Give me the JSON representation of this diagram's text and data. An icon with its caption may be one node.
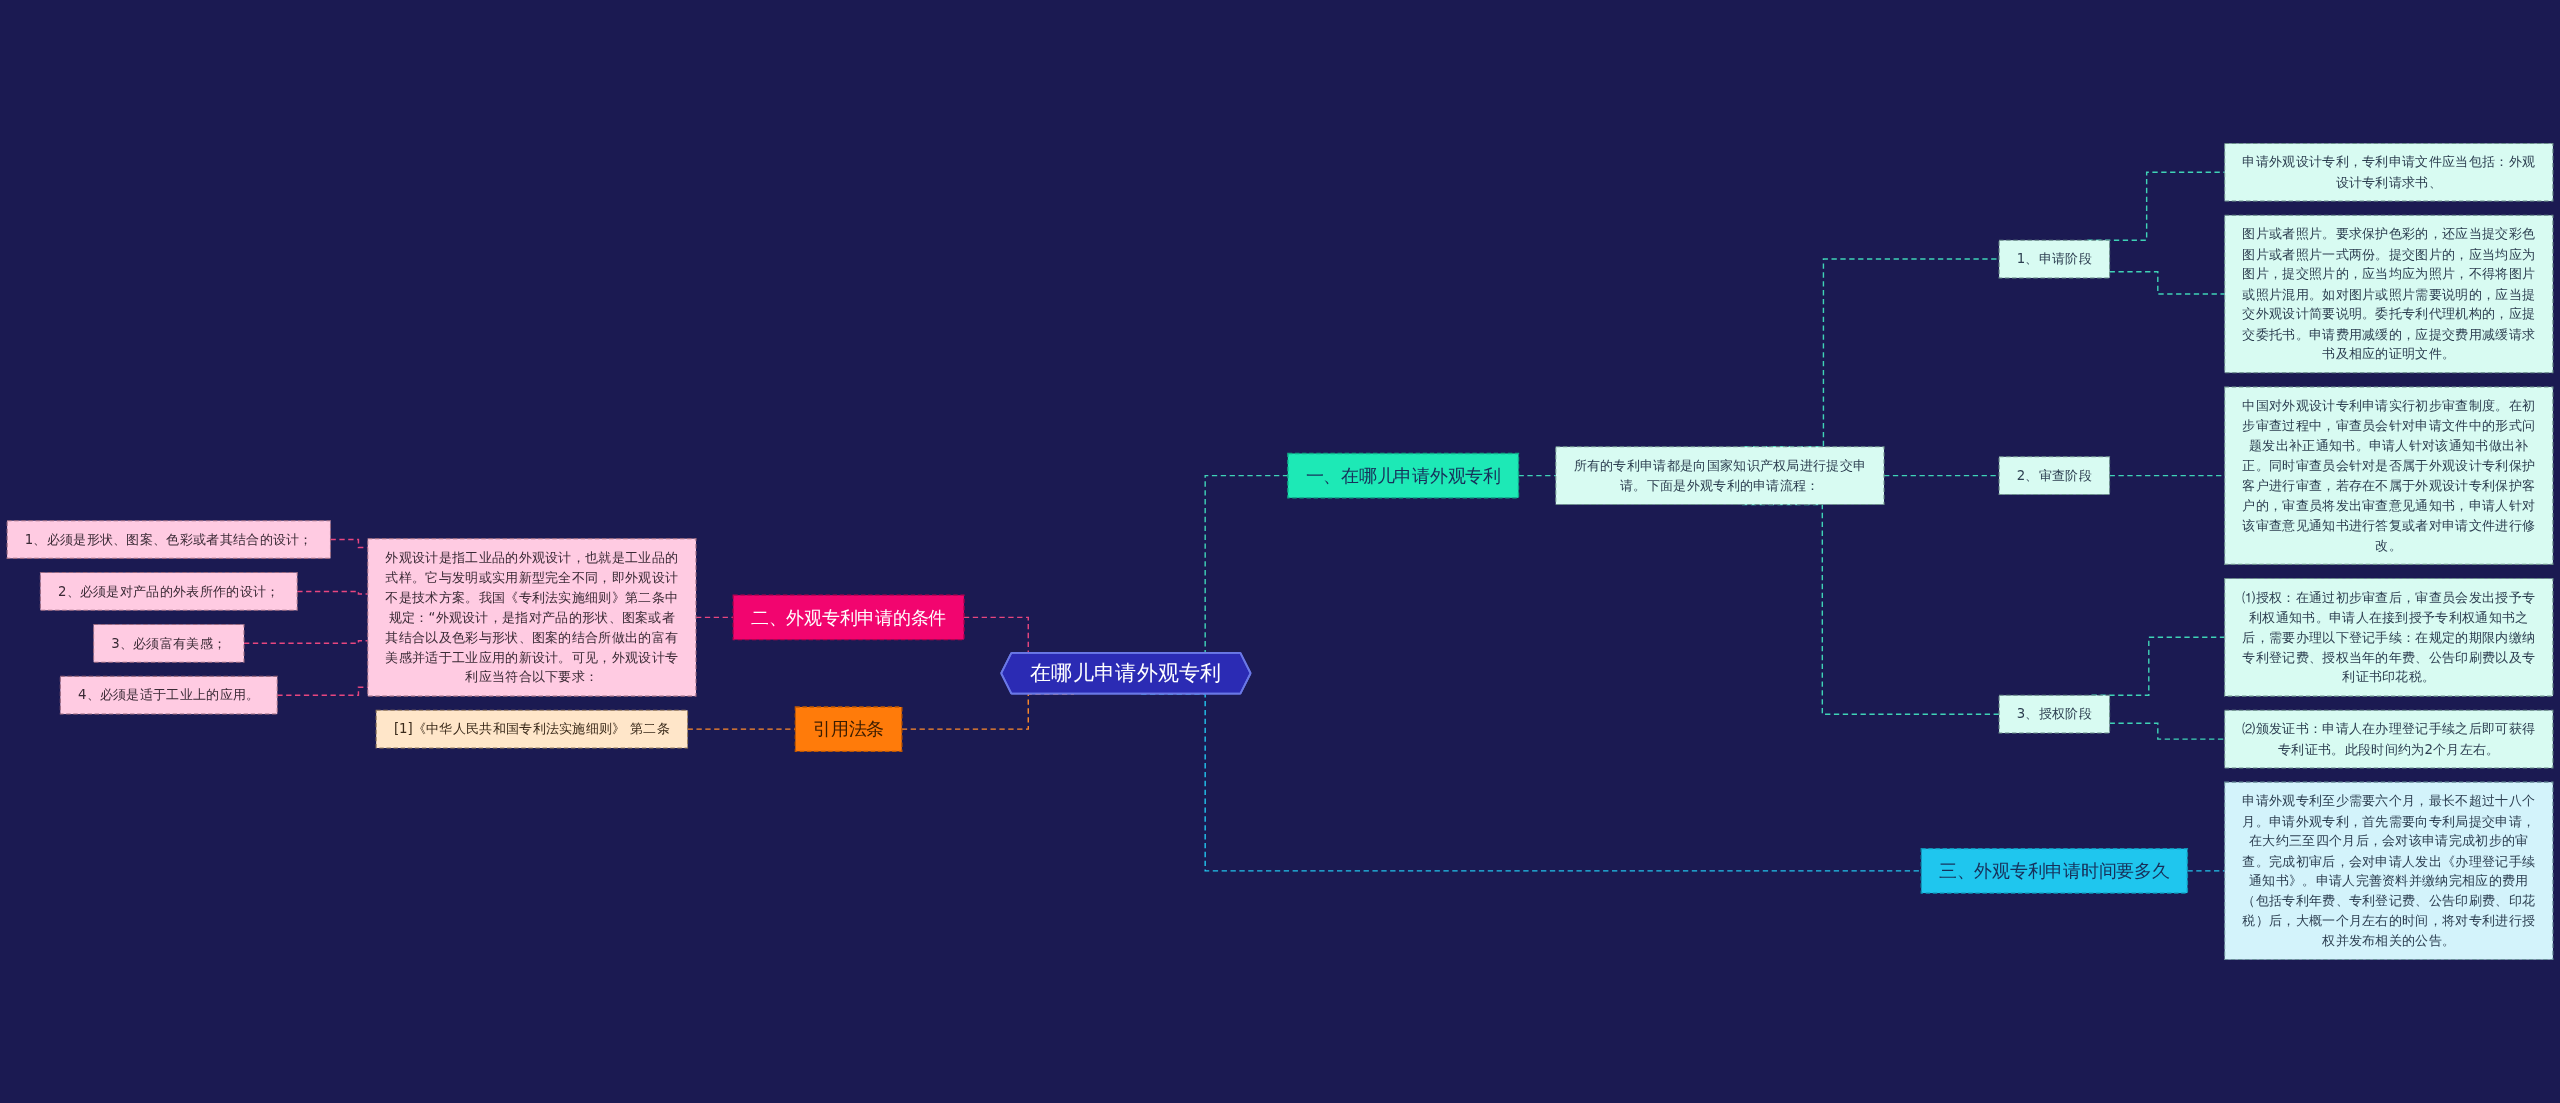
{
  "diagram": {
    "nodes": [
      {
        "text": [
          "在哪儿申请外观专利"
        ]
      },
      {
        "text": [
          "一、在哪儿申请外观专利"
        ]
      },
      {
        "text": [
          "所有的专利申请都是向国家知识产权局进行提交申请。下面是外观专利的申请流程："
        ]
      },
      {
        "text": [
          "1、申请阶段"
        ]
      },
      {
        "text": [
          "申请外观设计专利，专利申请文件应当包括：外观设计专利请求书、"
        ]
      },
      {
        "text": [
          "图片或者照片。要求保护色彩的，还应当提交彩色图片或者照片一式两份。提交图片的，应当均应为图片，提交照片的，应当均应为照片，不得将图片或照片混用。如对图片或照片需要说明的，应当提交外观设计简要说明。委托专利代理机构的，应提交委托书。申请费用减缓的，应提交费用减缓请求书及相应的证明文件。"
        ]
      },
      {
        "text": [
          "2、审查阶段"
        ]
      },
      {
        "text": [
          "中国对外观设计专利申请实行初步审查制度。在初步审查过程中，审查员会针对申请文件中的形式问题发出补正通知书。申请人针对该通知书做出补正。同时审查员会针对是否属于外观设计专利保护客户进行审查，若存在不属于外观设计专利保护客户的，审查员将发出审查意见通知书，申请人针对该审查意见通知书进行答复或者对申请文件进行修改。"
        ]
      },
      {
        "text": [
          "3、授权阶段"
        ]
      },
      {
        "text": [
          "⑴授权：在通过初步审查后，审查员会发出授予专利权通知书。申请人在接到授予专利权通知书之后，需要办理以下登记手续：在规定的期限内缴纳专利登记费、授权当年的年费、公告印刷费以及专利证书印花税。"
        ]
      },
      {
        "text": [
          "⑵颁发证书：申请人在办理登记手续之后即可获得专利证书。此段时间约为2个月左右。"
        ]
      },
      {
        "text": [
          "三、外观专利申请时间要多久"
        ]
      },
      {
        "text": [
          "申请外观专利至少需要六个月，最长不超过十八个月。申请外观专利，首先需要向专利局提交申请，在大约三至四个月后，会对该申请完成初步的审查。完成初审后，会对申请人发出《办理登记手续通知书》。申请人完善资料并缴纳完相应的费用（包括专利年费、专利登记费、公告印刷费、印花税）后，大概一个月左右的时间，将对专利进行授权并发布相关的公告。"
        ]
      },
      {
        "text": [
          "二、外观专利申请的条件"
        ]
      },
      {
        "text": [
          "外观设计是指工业品的外观设计，也就是工业品的式样。它与发明或实用新型完全不同，即外观设计不是技术方案。我国《专利法实施细则》第二条中规定：“外观设计，是指对产品的形状、图案或者其结合以及色彩与形状、图案的结合所做出的富有美感并适于工业应用的新设计。可见，外观设计专利应当符合以下要求："
        ]
      },
      {
        "text": [
          "1、必须是形状、图案、色彩或者其结合的设计；"
        ]
      },
      {
        "text": [
          "2、必须是对产品的外表所作的设计；"
        ]
      },
      {
        "text": [
          "3、必须富有美感；"
        ]
      },
      {
        "text": [
          "4、必须是适于工业上的应用。"
        ]
      },
      {
        "text": [
          "引用法条"
        ]
      },
      {
        "text": [
          "[1]《中华人民共和国专利法实施细则》 第二条"
        ]
      }
    ],
    "edges": [
      {
        "from": 0,
        "to": 1,
        "arrow": "none",
        "style": "dashed"
      },
      {
        "from": 1,
        "to": 2,
        "arrow": "none",
        "style": "dashed"
      },
      {
        "from": 2,
        "to": 3,
        "arrow": "none",
        "style": "dashed"
      },
      {
        "from": 3,
        "to": 4,
        "arrow": "none",
        "style": "dashed"
      },
      {
        "from": 3,
        "to": 5,
        "arrow": "none",
        "style": "dashed"
      },
      {
        "from": 2,
        "to": 6,
        "arrow": "none",
        "style": "dashed"
      },
      {
        "from": 6,
        "to": 7,
        "arrow": "none",
        "style": "dashed"
      },
      {
        "from": 2,
        "to": 8,
        "arrow": "none",
        "style": "dashed"
      },
      {
        "from": 8,
        "to": 9,
        "arrow": "none",
        "style": "dashed"
      },
      {
        "from": 8,
        "to": 10,
        "arrow": "none",
        "style": "dashed"
      },
      {
        "from": 0,
        "to": 11,
        "arrow": "none",
        "style": "dashed",
        "color": "#22c4ec"
      },
      {
        "from": 11,
        "to": 12,
        "arrow": "none",
        "style": "dashed",
        "color": "#22c4ec"
      },
      {
        "from": 13,
        "to": 0,
        "arrow": "none",
        "style": "dashed",
        "color": "#e8467f"
      },
      {
        "from": 14,
        "to": 13,
        "arrow": "none",
        "style": "dashed",
        "color": "#e8467f"
      },
      {
        "from": 15,
        "to": 14,
        "arrow": "none",
        "style": "dashed",
        "color": "#e8467f"
      },
      {
        "from": 16,
        "to": 14,
        "arrow": "none",
        "style": "dashed",
        "color": "#e8467f"
      },
      {
        "from": 17,
        "to": 14,
        "arrow": "none",
        "style": "dashed",
        "color": "#e8467f"
      },
      {
        "from": 18,
        "to": 14,
        "arrow": "none",
        "style": "dashed",
        "color": "#e8467f"
      },
      {
        "from": 19,
        "to": 0,
        "arrow": "none",
        "style": "dashed",
        "color": "#ff8a2a"
      },
      {
        "from": 20,
        "to": 19,
        "arrow": "none",
        "style": "dashed",
        "color": "#ff8a2a"
      }
    ]
  }
}
